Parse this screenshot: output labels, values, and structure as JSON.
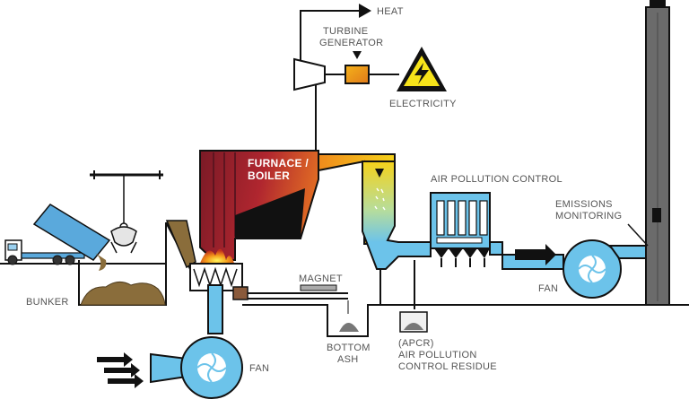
{
  "labels": {
    "heat": "HEAT",
    "turbine_line1": "TURBINE",
    "turbine_line2": "GENERATOR",
    "electricity": "ELECTRICITY",
    "furnace_line1": "FURNACE /",
    "furnace_line2": "BOILER",
    "air_pollution_control": "AIR POLLUTION CONTROL",
    "emissions_line1": "EMISSIONS",
    "emissions_line2": "MONITORING",
    "magnet": "MAGNET",
    "bunker": "BUNKER",
    "bottom_ash_line1": "BOTTOM",
    "bottom_ash_line2": "ASH",
    "apcr_line1": "(APCR)",
    "apcr_line2": "AIR POLLUTION",
    "apcr_line3": "CONTROL RESIDUE",
    "fan_bottom": "FAN",
    "fan_right": "FAN"
  },
  "colors": {
    "outline": "#111111",
    "pipe_blue": "#6cc3ea",
    "steam_yellow": "#f5d21a",
    "furnace_red": "#a11d2b",
    "furnace_brown": "#7a2e22",
    "truck_blue": "#5aa9dc",
    "stack_grey": "#6b6b6b",
    "waste_brown": "#8a6d3b",
    "warning_yellow": "#f6e31a"
  },
  "icons": {
    "electricity": "lightning-warning-icon",
    "heat_arrow": "arrow-right-icon"
  }
}
